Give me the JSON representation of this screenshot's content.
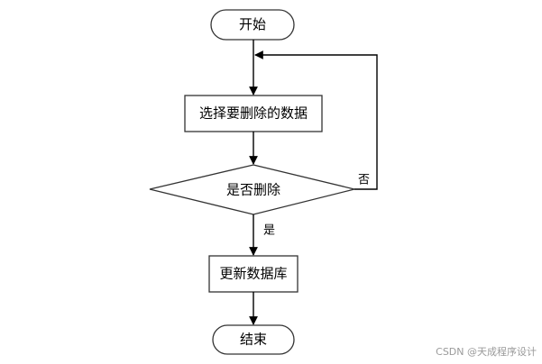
{
  "nodes": {
    "start": {
      "label": "开始"
    },
    "select_data": {
      "label": "选择要删除的数据"
    },
    "decision": {
      "label": "是否删除"
    },
    "update_db": {
      "label": "更新数据库"
    },
    "end": {
      "label": "结束"
    }
  },
  "edges": {
    "yes_label": "是",
    "no_label": "否"
  },
  "watermark": "CSDN @天成程序设计"
}
